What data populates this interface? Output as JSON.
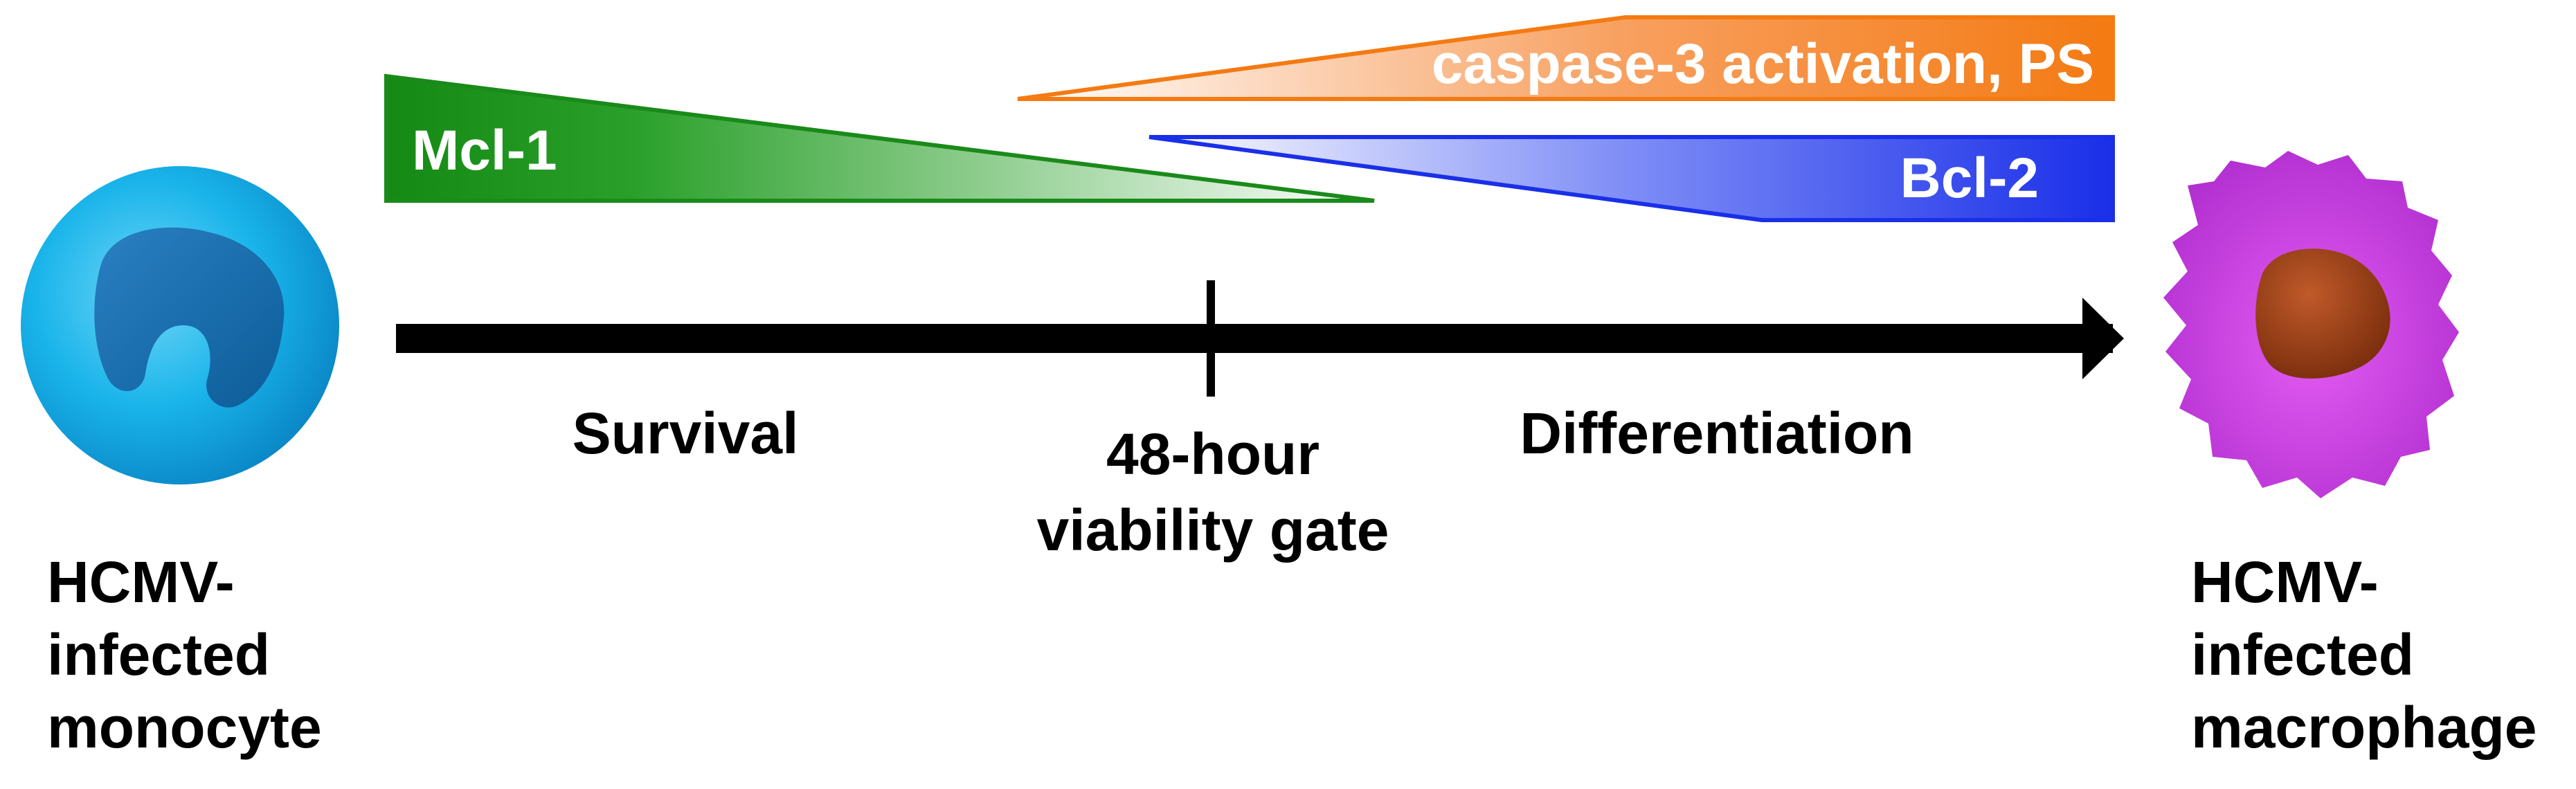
{
  "diagram": {
    "start_cell": {
      "label_lines": [
        "HCMV-",
        "infected",
        "monocyte"
      ]
    },
    "end_cell": {
      "label_lines": [
        "HCMV-",
        "infected",
        "macrophage"
      ]
    },
    "timeline": {
      "left_phase": "Survival",
      "gate_label_lines": [
        "48-hour",
        "viability gate"
      ],
      "right_phase": "Differentiation"
    },
    "wedges": {
      "mcl1": {
        "label": "Mcl-1",
        "color": "#1a8a1a"
      },
      "caspase": {
        "label": "caspase-3 activation, PS",
        "color": "#f47a12"
      },
      "bcl2": {
        "label": "Bcl-2",
        "color": "#1a2fe8"
      }
    },
    "colors": {
      "monocyte": "#19b4ea",
      "monocyte_nucleus": "#0f6bb0",
      "macrophage": "#cf3fe6",
      "macrophage_nucleus": "#9a3a12",
      "arrow": "#000000"
    }
  }
}
